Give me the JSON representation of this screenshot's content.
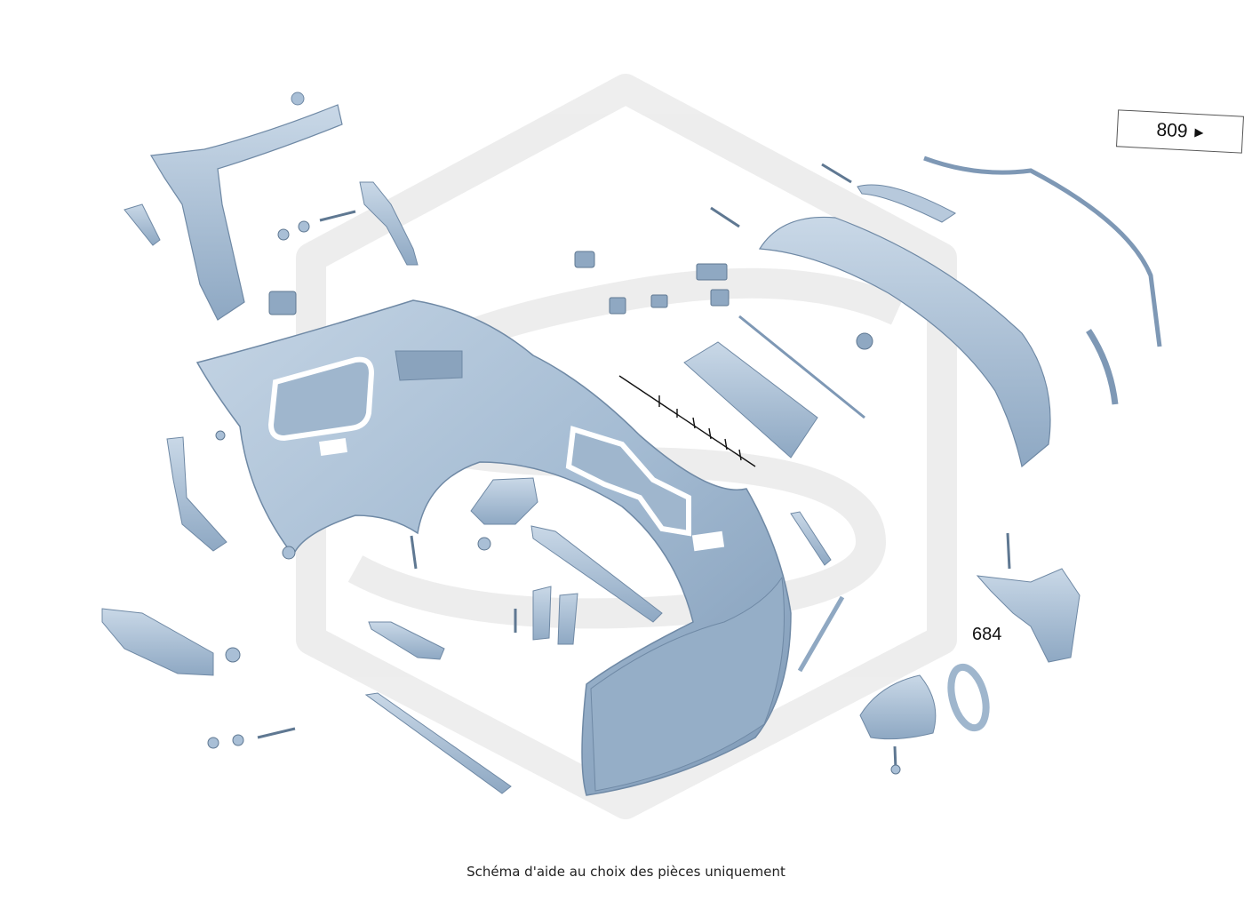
{
  "diagram": {
    "references": [
      {
        "id": "809",
        "arrow": "▶"
      },
      {
        "id": "684"
      }
    ],
    "caption": "Schéma d'aide au choix des pièces uniquement",
    "colors": {
      "part_fill": "#a9bfd6",
      "part_dark": "#7e98b5",
      "part_light": "#c7d7e6",
      "outline": "#5f7892",
      "watermark": "#e6e6e6"
    }
  }
}
